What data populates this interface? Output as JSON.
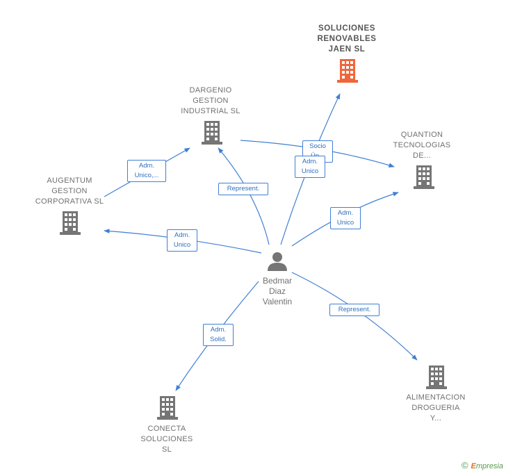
{
  "nodes": {
    "center": {
      "name_lines": [
        "Bedmar",
        "Diaz",
        "Valentin"
      ]
    },
    "soluciones": {
      "name_lines": [
        "SOLUCIONES",
        "RENOVABLES",
        "JAEN  SL"
      ]
    },
    "dargenio": {
      "name_lines": [
        "DARGENIO",
        "GESTION",
        "INDUSTRIAL SL"
      ]
    },
    "quantion": {
      "name_lines": [
        "QUANTION",
        "TECNOLOGIAS",
        "DE..."
      ]
    },
    "augentum": {
      "name_lines": [
        "AUGENTUM",
        "GESTION",
        "CORPORATIVA SL"
      ]
    },
    "alimentacion": {
      "name_lines": [
        "ALIMENTACION",
        "DROGUERIA",
        "Y..."
      ]
    },
    "conecta": {
      "name_lines": [
        "CONECTA",
        "SOLUCIONES",
        "SL"
      ]
    }
  },
  "edge_labels": {
    "socio": [
      "Socio",
      "Ún..."
    ],
    "adm_unico_soluciones": [
      "Adm.",
      "Unico"
    ],
    "adm_unico_dargenio": [
      "Adm.",
      "Unico,..."
    ],
    "represent_dargenio": [
      "Represent."
    ],
    "adm_unico_quantion": [
      "Adm.",
      "Unico"
    ],
    "adm_unico_augentum": [
      "Adm.",
      "Unico"
    ],
    "represent_alimentacion": [
      "Represent."
    ],
    "adm_solid_conecta": [
      "Adm.",
      "Solid."
    ]
  },
  "colors": {
    "edge": "#3f7fd4",
    "building": "#757575",
    "building_highlight": "#f0663a",
    "person": "#757575"
  },
  "footer": {
    "copyright": "©",
    "brand_e": "E",
    "brand_rest": "mpresia"
  }
}
